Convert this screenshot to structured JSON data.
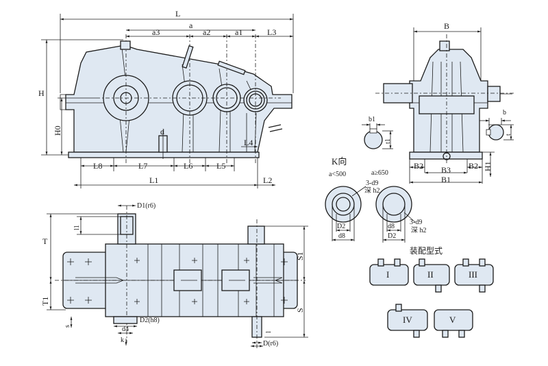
{
  "front_view": {
    "dims": {
      "L": "L",
      "a": "a",
      "a3": "a3",
      "a2": "a2",
      "a1": "a1",
      "L3": "L3",
      "H": "H",
      "H0": "H0",
      "d": "d",
      "L4": "L4",
      "L8": "L8",
      "L7": "L7",
      "L6": "L6",
      "L5": "L5",
      "L1": "L1",
      "L2": "L2"
    }
  },
  "side_view": {
    "dims": {
      "B": "B",
      "B2_left": "B2",
      "B3": "B3",
      "B2_right": "B2",
      "B1": "B1",
      "H1": "H1"
    }
  },
  "keyway_left": {
    "b1": "b1",
    "t1": "t1"
  },
  "keyway_right": {
    "b": "b",
    "t": "t"
  },
  "k_view": {
    "title": "K向",
    "left_caption": "a<500",
    "right_caption": "a≥650",
    "left_hole_label": "3-d9",
    "left_depth_label": "深 h2",
    "right_hole_label": "3-d9",
    "right_depth_label": "深 h2",
    "left_D2": "D2",
    "left_d8": "d8",
    "right_d8": "d8",
    "right_D2": "D2"
  },
  "assembly": {
    "title": "装配型式",
    "types": [
      "I",
      "II",
      "III",
      "IV",
      "V"
    ]
  },
  "plan_view": {
    "dims": {
      "D1_r6": "D1(r6)",
      "l1": "l1",
      "T": "T",
      "T1": "T1",
      "S1": "S1",
      "S": "S",
      "D2_h8": "D2(h8)",
      "d4": "d4",
      "k": "k",
      "s": "s",
      "l": "l",
      "D_r6": "D(r6)"
    }
  },
  "colors": {
    "fill": "#dfe8f2",
    "line": "#1b1b1b"
  }
}
